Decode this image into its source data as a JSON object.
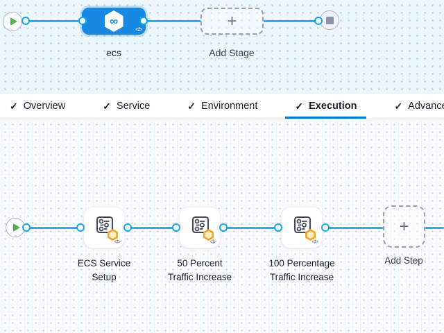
{
  "icons": {
    "check": "✓",
    "plus": "+",
    "infinity": "∞",
    "code": "</>"
  },
  "colors": {
    "stage_node_blue": "#1789E2",
    "flow_line_blue": "#25AEEA",
    "active_tab_underline": "#0278D5",
    "badge_orange": "#F2A41C",
    "play_green": "#53AE56",
    "stop_gray": "#8F91AB"
  },
  "stage_flow": {
    "stage_name": "ecs",
    "add_stage_label": "Add Stage"
  },
  "tabs": [
    {
      "label": "Overview"
    },
    {
      "label": "Service"
    },
    {
      "label": "Environment"
    },
    {
      "label": "Execution"
    },
    {
      "label": "Advanced"
    }
  ],
  "execution_flow": {
    "steps": [
      {
        "line1": "ECS Service",
        "line2": "Setup"
      },
      {
        "line1": "50 Percent",
        "line2": "Traffic Increase"
      },
      {
        "line1": "100 Percentage",
        "line2": "Traffic Increase"
      }
    ],
    "add_step_label": "Add Step"
  }
}
